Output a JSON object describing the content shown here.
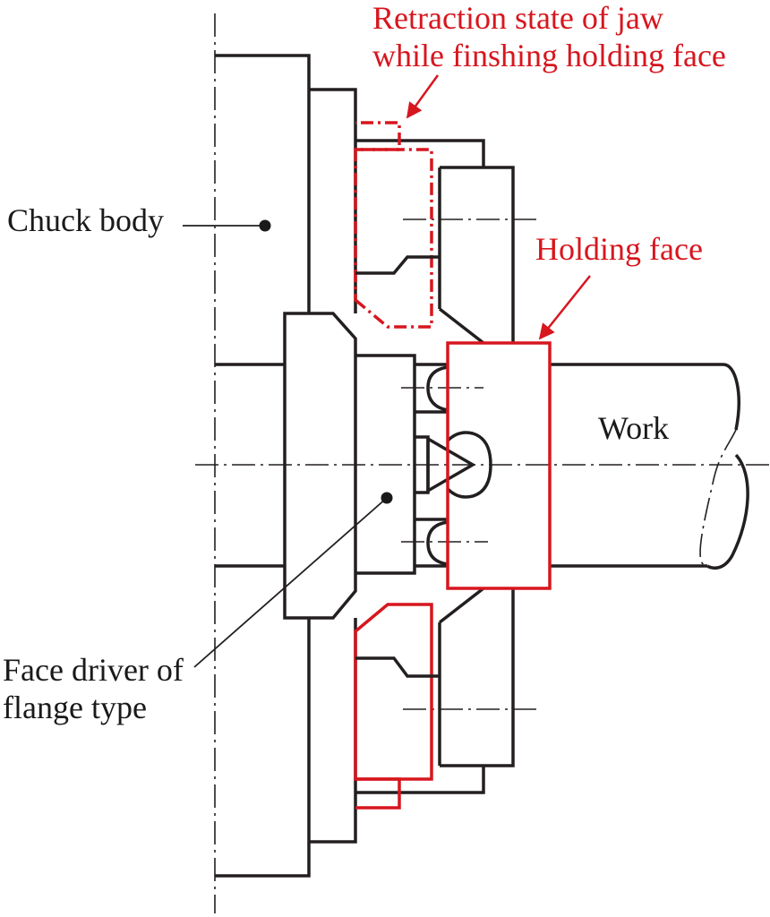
{
  "labels": {
    "retraction_line1": "Retraction state of jaw",
    "retraction_line2": "while finshing holding face",
    "holding_face": "Holding face",
    "chuck_body": "Chuck body",
    "work": "Work",
    "face_driver_line1": "Face driver of",
    "face_driver_line2": "flange type"
  },
  "colors": {
    "outline": "#231f20",
    "highlight": "#d7161e",
    "background": "#ffffff"
  }
}
